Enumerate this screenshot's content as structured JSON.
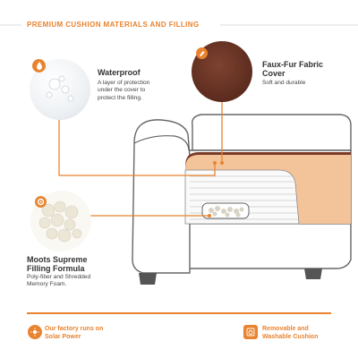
{
  "header": {
    "title": "PREMIUM CUSHION MATERIALS AND FILLING"
  },
  "features": [
    {
      "title": "Waterproof",
      "description": "A layer of protection under the cover to protect the filling.",
      "icon": "water-drop-icon"
    },
    {
      "title": "Faux-Fur Fabric Cover",
      "description": "Soft and durable",
      "icon": "brush-icon"
    },
    {
      "title": "Moots Supreme Filling Formula",
      "description": "Poly-fiber and Shredded Memory Foam.",
      "icon": "gear-icon"
    }
  ],
  "footer": {
    "left_text": "Our factory runs on Solar Power",
    "left_icon": "solar-power-icon",
    "right_text": "Removable and Washable Cushion",
    "right_icon": "washing-icon"
  },
  "colors": {
    "accent": "#e8832f",
    "cushion": "#f3c49a",
    "fur": "#6b3222"
  }
}
